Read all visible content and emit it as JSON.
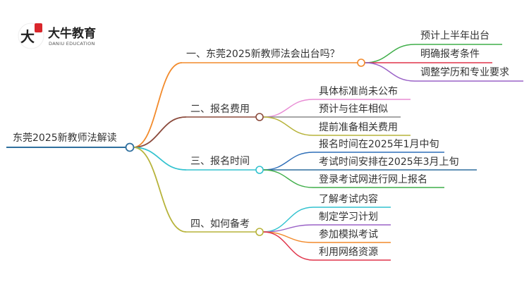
{
  "logo": {
    "name": "大牛教育",
    "sub": "DANIU EDUCATION"
  },
  "colors": {
    "root": "#2e6f9e",
    "orange": "#f28a2b",
    "brown": "#8b4a3c",
    "cyan": "#32c2cf",
    "olive": "#b7b33a",
    "green": "#3fae49",
    "red": "#e0344a",
    "purple": "#9a62c7",
    "pink": "#e88bd4",
    "gray": "#8a8a8a",
    "blue": "#2f6fb8"
  },
  "root": {
    "label": "东莞2025新教师法解读"
  },
  "branches": [
    {
      "label": "一、东莞2025新教师法会出台吗？",
      "color": "orange",
      "children": [
        {
          "label": "预计上半年出台",
          "color": "green"
        },
        {
          "label": "明确报考条件",
          "color": "red"
        },
        {
          "label": "调整学历和专业要求",
          "color": "purple"
        }
      ]
    },
    {
      "label": "二、报名费用",
      "color": "brown",
      "children": [
        {
          "label": "具体标准尚未公布",
          "color": "pink"
        },
        {
          "label": "预计与往年相似",
          "color": "gray"
        },
        {
          "label": "提前准备相关费用",
          "color": "olive"
        }
      ]
    },
    {
      "label": "三、报名时间",
      "color": "cyan",
      "children": [
        {
          "label": "报名时间在2025年1月中旬",
          "color": "blue"
        },
        {
          "label": "考试时间安排在2025年3月上旬",
          "color": "root"
        },
        {
          "label": "登录考试网进行网上报名",
          "color": "green"
        }
      ]
    },
    {
      "label": "四、如何备考",
      "color": "olive",
      "children": [
        {
          "label": "了解考试内容",
          "color": "cyan"
        },
        {
          "label": "制定学习计划",
          "color": "purple"
        },
        {
          "label": "参加模拟考试",
          "color": "orange"
        },
        {
          "label": "利用网络资源",
          "color": "red"
        }
      ]
    }
  ]
}
